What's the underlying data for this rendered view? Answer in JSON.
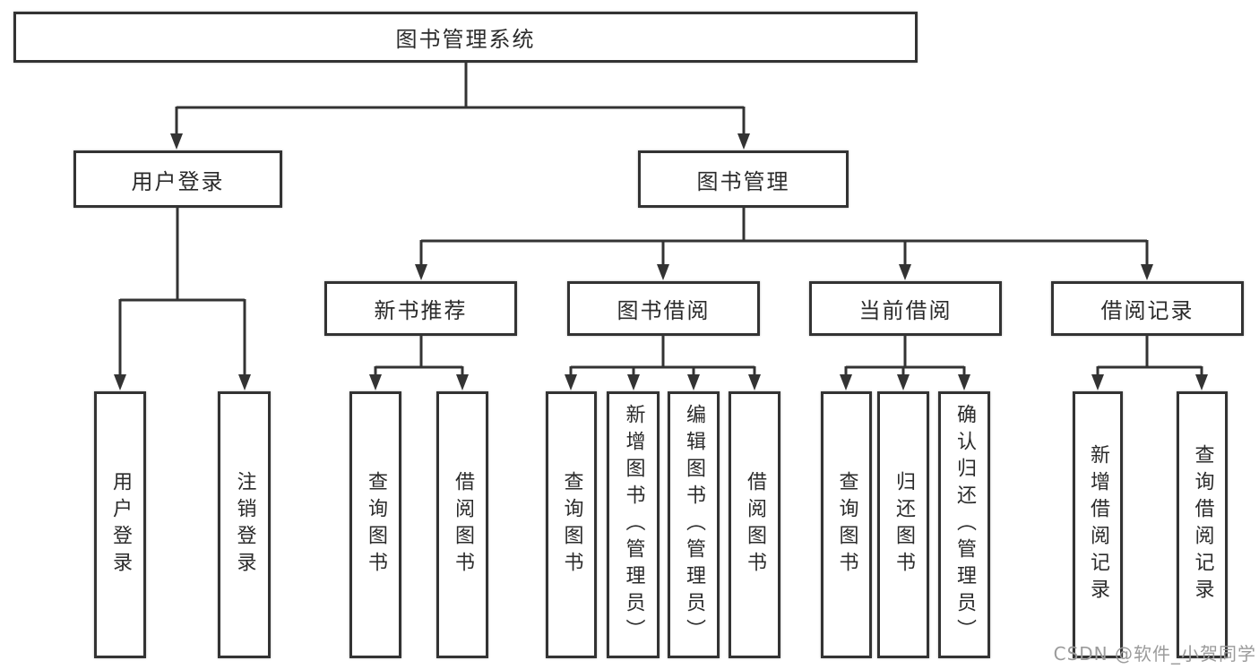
{
  "nodes": {
    "root": "图书管理系统",
    "user_login": "用户登录",
    "book_management": "图书管理",
    "new_book_recommend": "新书推荐",
    "book_borrow": "图书借阅",
    "current_borrow": "当前借阅",
    "borrow_records": "借阅记录"
  },
  "leaves": [
    "用户登录",
    "注销登录",
    "查询图书",
    "借阅图书",
    "查询图书",
    "新增图书（管理员）",
    "编辑图书（管理员）",
    "借阅图书",
    "查询图书",
    "归还图书",
    "确认归还（管理员）",
    "新增借阅记录",
    "查询借阅记录"
  ],
  "watermark": "CSDN @软件_小贺同学",
  "colors": {
    "line": "#333333",
    "box_border": "#333333",
    "box_fill": "#ffffff",
    "text": "#2b2b2b",
    "watermark": "#9b9b9b",
    "background": "#ffffff"
  }
}
